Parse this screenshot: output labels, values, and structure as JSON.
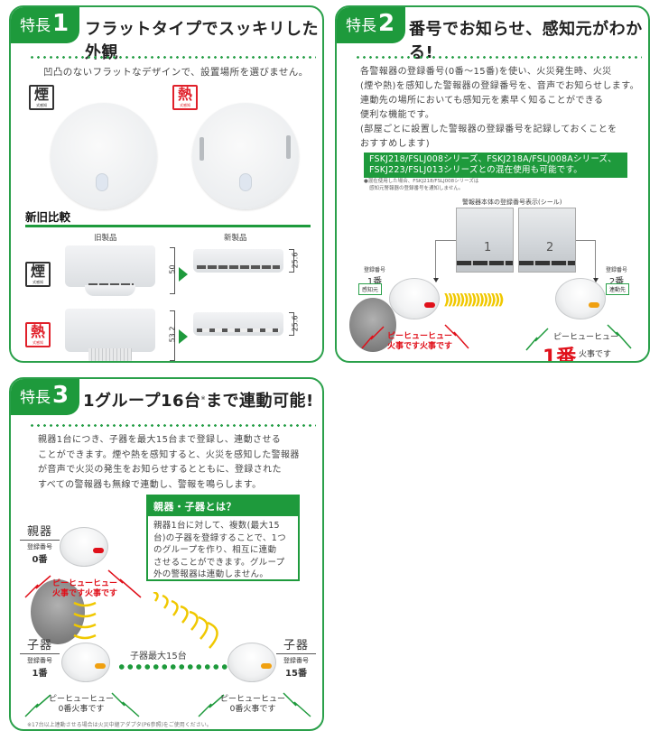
{
  "colors": {
    "brand_green": "#1e9a3c",
    "border_green": "#2aa04a",
    "alarm_red": "#e0101a",
    "wave_yellow": "#f0c800",
    "led_orange": "#f0a010"
  },
  "feature1": {
    "tag_prefix": "特長",
    "tag_number": "1",
    "title": "フラットタイプでスッキリした外観",
    "description": "凹凸のないフラットなデザインで、設置場所を選びません。",
    "smoke_badge": {
      "kanji": "煙",
      "sub": "式感知"
    },
    "heat_badge": {
      "kanji": "熱",
      "sub": "式感知"
    },
    "comparison": {
      "heading": "新旧比較",
      "old_label": "旧製品",
      "new_label": "新製品",
      "rows": [
        {
          "type": "smoke",
          "badge": "煙",
          "badge_sub": "式感知",
          "old_height": "50",
          "new_height": "25.6"
        },
        {
          "type": "heat",
          "badge": "熱",
          "badge_sub": "式感知",
          "old_height": "53.2",
          "new_height": "25.6"
        }
      ]
    }
  },
  "feature2": {
    "tag_prefix": "特長",
    "tag_number": "2",
    "title": "番号でお知らせ、感知元がわかる!",
    "description_lines": [
      "各警報器の登録番号(0番～15番)を使い、火災発生時、火災",
      "(煙や熱)を感知した警報器の登録番号を、音声でお知らせします。",
      "連動先の場所においても感知元を素早く知ることができる",
      "便利な機能です。",
      "(部屋ごとに設置した警報器の登録番号を記録しておくことを",
      "おすすめします)"
    ],
    "compat_lines": [
      "FSKJ218/FSLJ008シリーズ、FSKJ218A/FSLJ008Aシリーズ、",
      "FSKJ223/FSLJ013シリーズとの混在使用も可能です。"
    ],
    "note_lines": [
      "●混在使用した場合、FSKJ218/FSLJ008シリーズは",
      "感知元警報器の登録番号を通知しません。"
    ],
    "seal_caption": "警報器本体の登録番号表示(シール)",
    "seals": [
      {
        "number": "1"
      },
      {
        "number": "2"
      }
    ],
    "source": {
      "reg_label": "登録番号",
      "reg_number": "1番",
      "role": "感知元",
      "alarm_line1": "ピーヒューヒュー",
      "alarm_line2": "火事です火事です"
    },
    "target": {
      "reg_label": "登録番号",
      "reg_number": "2番",
      "role": "連動先",
      "alarm_line1": "ピーヒューヒュー",
      "big_number": "1番",
      "alarm_suffix": "火事です"
    },
    "waves": ")))))))))))))))"
  },
  "feature3": {
    "tag_prefix": "特長",
    "tag_number": "3",
    "title_main": "1グループ16台",
    "title_mark": "※",
    "title_rest": "まで連動可能!",
    "description_lines": [
      "親器1台につき、子器を最大15台まで登録し、連動させる",
      "ことができます。煙や熱を感知すると、火災を感知した警報器",
      "が音声で火災の発生をお知らせするとともに、登録された",
      "すべての警報器も無線で連動し、警報を鳴らします。"
    ],
    "info_box": {
      "heading": "親器・子器とは？",
      "body_lines": [
        "親器1台に対して、複数(最大15",
        "台)の子器を登録することで、1つ",
        "のグループを作り、相互に連動",
        "させることができます。グループ",
        "外の警報器は連動しません。"
      ]
    },
    "parent": {
      "role": "親器",
      "reg_label": "登録番号",
      "reg_number": "0番",
      "alarm_line1": "ピーヒューヒュー",
      "alarm_line2": "火事です火事です"
    },
    "child1": {
      "role": "子器",
      "reg_label": "登録番号",
      "reg_number": "1番",
      "alarm_line1": "ピーヒューヒュー",
      "alarm_line2": "0番火事です"
    },
    "child15": {
      "role": "子器",
      "reg_label": "登録番号",
      "reg_number": "15番",
      "alarm_line1": "ピーヒューヒュー",
      "alarm_line2": "0番火事です"
    },
    "max_children_label": "子器最大15台",
    "footnote": "※17台以上連動させる場合は火災中継アダプタ(P6参照)をご使用ください。"
  }
}
